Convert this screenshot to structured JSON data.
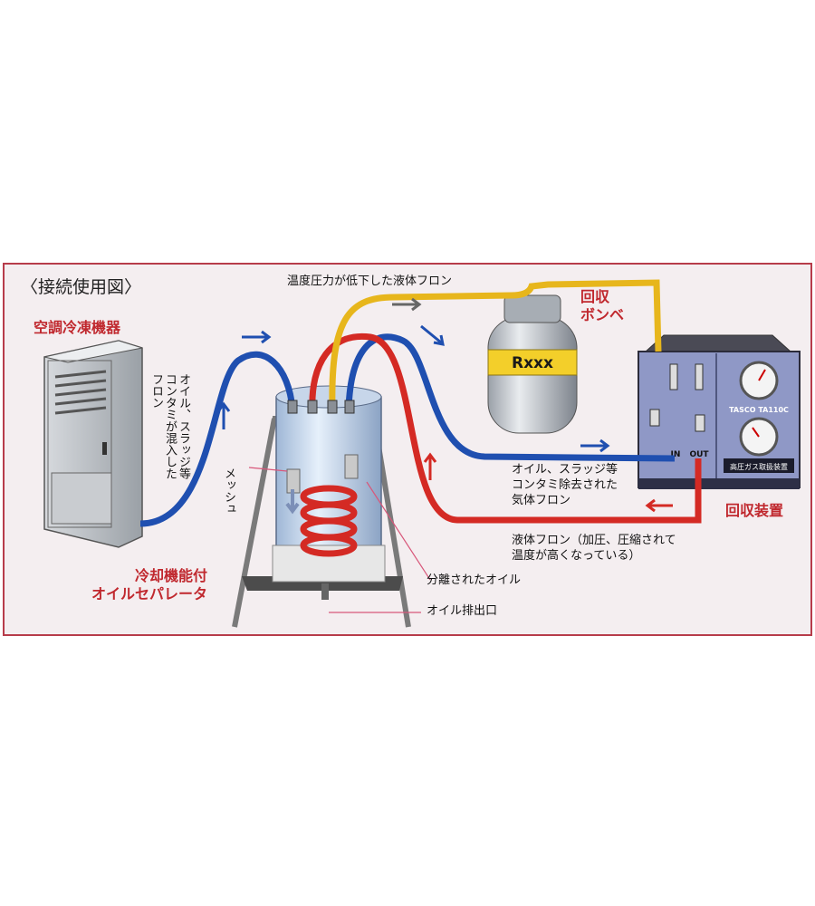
{
  "diagram": {
    "title": "〈接続使用図〉",
    "labels": {
      "aircon": "空調冷凍機器",
      "liquid_freon_low": "温度圧力が低下した液体フロン",
      "recovery_cylinder": "回収\nボンベ",
      "cylinder_marking": "Rxxx",
      "contaminated_freon": "オイル、スラッジ等\nコンタミが混入した\nフロン",
      "mesh": "メッシュ",
      "separator": "冷却機能付\nオイルセパレータ",
      "separated_oil": "分離されたオイル",
      "oil_drain": "オイル排出口",
      "clean_gas_freon": "オイル、スラッジ等\nコンタミ除去された\n気体フロン",
      "recovery_unit": "回収装置",
      "hot_liquid_freon": "液体フロン（加圧、圧縮されて\n温度が高くなっている）",
      "unit_brand": "TASCO TA110C",
      "port_in": "IN",
      "port_out": "OUT",
      "unit_plate": "高圧ガス取扱装置"
    }
  },
  "colors": {
    "blue_line": "#1f4fb0",
    "red_line": "#d42a24",
    "yellow_line": "#e7b61c",
    "frame_border": "#b73c4a",
    "label_red": "#c0282e"
  }
}
